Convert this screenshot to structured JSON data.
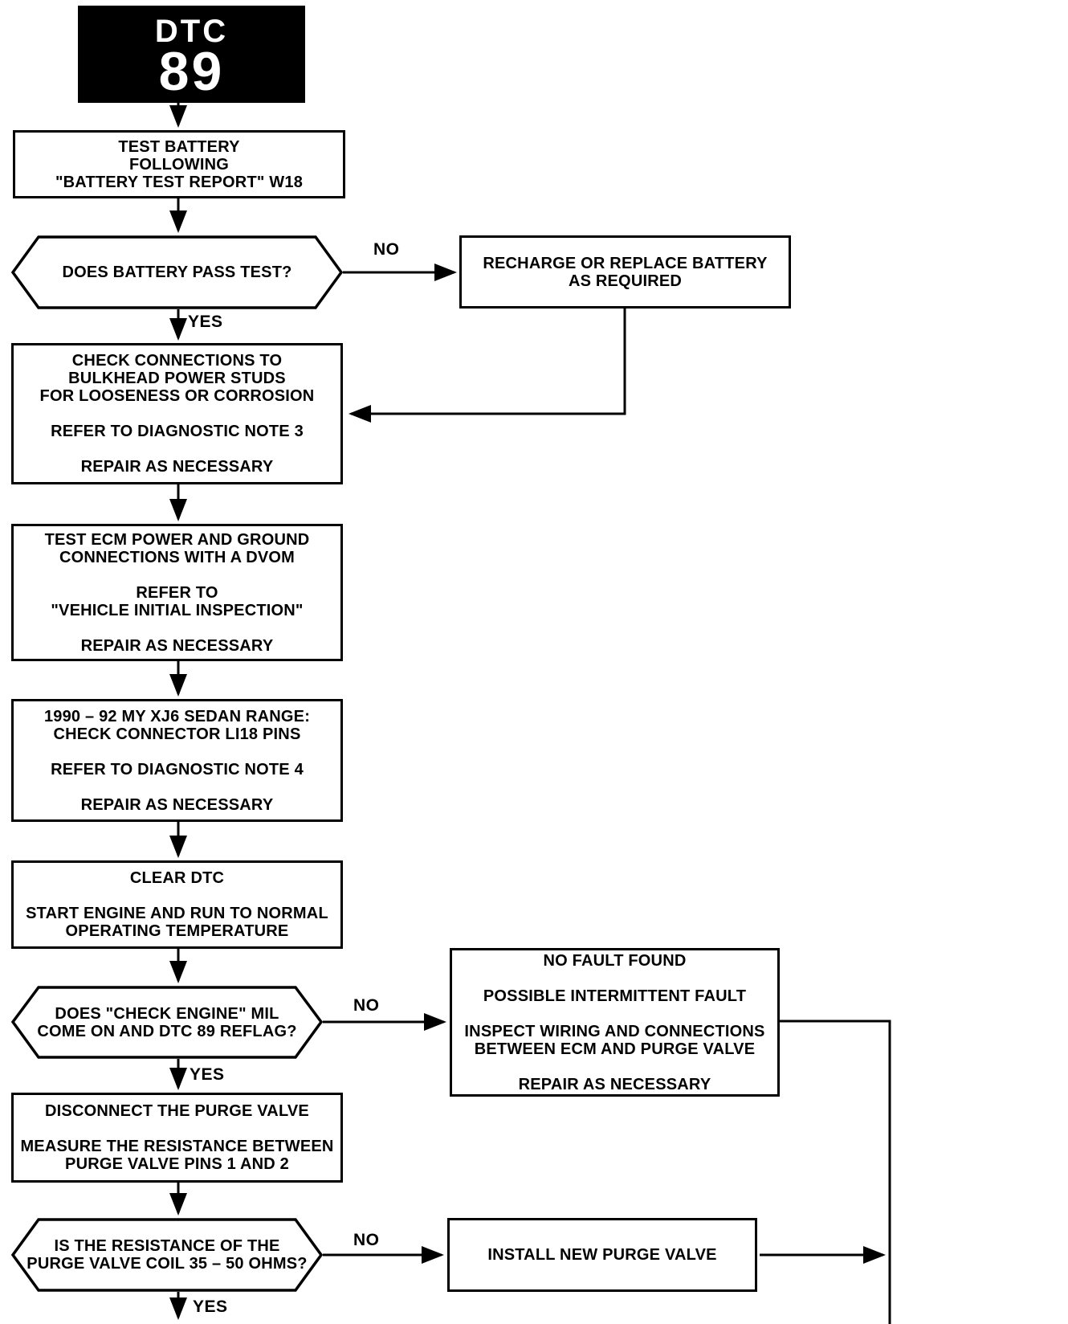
{
  "colors": {
    "background": "#ffffff",
    "line": "#000000",
    "header_bg": "#000000",
    "header_fg": "#ffffff"
  },
  "header": {
    "dtc_label": "DTC",
    "dtc_code": "89"
  },
  "nodes": {
    "test_battery": {
      "lines": [
        "TEST BATTERY",
        "FOLLOWING",
        "\"BATTERY TEST REPORT\" W18"
      ]
    },
    "battery_pass": {
      "lines": [
        "DOES BATTERY PASS TEST?"
      ],
      "no_label": "NO",
      "yes_label": "YES"
    },
    "recharge_battery": {
      "lines": [
        "RECHARGE OR REPLACE BATTERY",
        "AS REQUIRED"
      ]
    },
    "check_connections": {
      "lines": [
        "CHECK CONNECTIONS TO",
        "BULKHEAD POWER STUDS",
        "FOR LOOSENESS OR CORROSION",
        "",
        "REFER TO DIAGNOSTIC NOTE 3",
        "",
        "REPAIR AS NECESSARY"
      ]
    },
    "test_ecm": {
      "lines": [
        "TEST ECM POWER AND GROUND",
        "CONNECTIONS WITH A DVOM",
        "",
        "REFER TO",
        "\"VEHICLE INITIAL INSPECTION\"",
        "",
        "REPAIR AS NECESSARY"
      ]
    },
    "xj6_range": {
      "lines": [
        "1990 – 92 MY XJ6 SEDAN RANGE:",
        "CHECK CONNECTOR LI18 PINS",
        "",
        "REFER TO DIAGNOSTIC NOTE 4",
        "",
        "REPAIR AS NECESSARY"
      ]
    },
    "clear_dtc": {
      "lines": [
        "CLEAR DTC",
        "",
        "START ENGINE AND RUN TO NORMAL",
        "OPERATING TEMPERATURE"
      ]
    },
    "mil_reflag": {
      "lines": [
        "DOES \"CHECK ENGINE\" MIL",
        "COME ON AND DTC 89 REFLAG?"
      ],
      "no_label": "NO",
      "yes_label": "YES"
    },
    "no_fault": {
      "lines": [
        "NO FAULT FOUND",
        "",
        "POSSIBLE INTERMITTENT FAULT",
        "",
        "INSPECT WIRING AND CONNECTIONS",
        "BETWEEN ECM AND PURGE VALVE",
        "",
        "REPAIR AS NECESSARY"
      ]
    },
    "disconnect_purge": {
      "lines": [
        "DISCONNECT THE PURGE VALVE",
        "",
        "MEASURE THE RESISTANCE BETWEEN",
        "PURGE VALVE PINS 1 AND 2"
      ]
    },
    "resistance_check": {
      "lines": [
        "IS THE RESISTANCE OF THE",
        "PURGE VALVE COIL 35 – 50 OHMS?"
      ],
      "no_label": "NO",
      "yes_label": "YES"
    },
    "install_valve": {
      "lines": [
        "INSTALL NEW PURGE VALVE"
      ]
    }
  }
}
